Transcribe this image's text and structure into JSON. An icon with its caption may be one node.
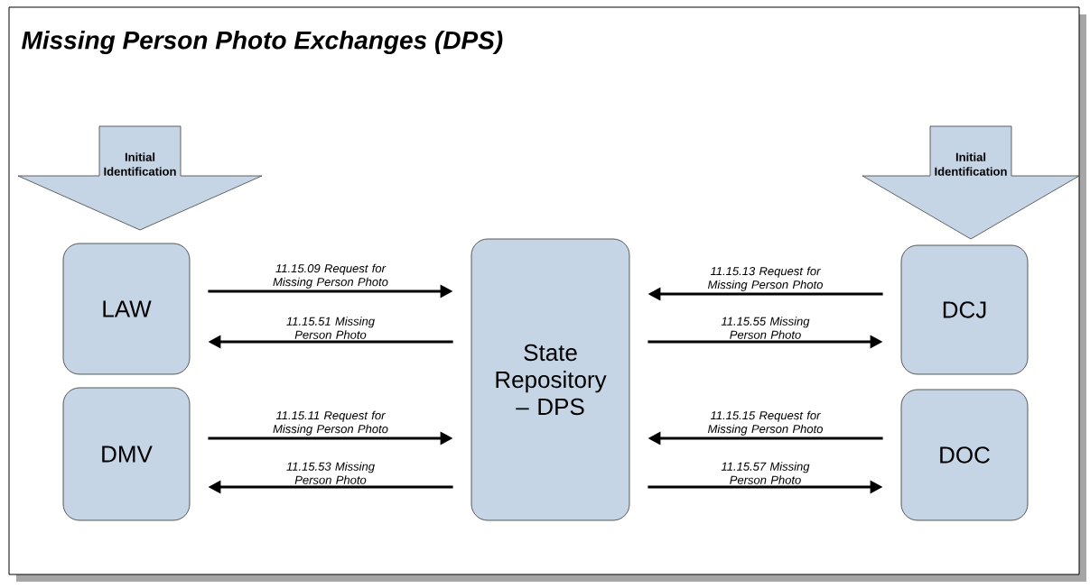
{
  "diagram": {
    "title": "Missing Person Photo Exchanges (DPS)",
    "nodes": [
      {
        "text": [
          "Initial Identification"
        ]
      },
      {
        "text": [
          "Initial Identification"
        ]
      },
      {
        "text": [
          "LAW"
        ]
      },
      {
        "text": [
          "State Repository – DPS"
        ]
      },
      {
        "text": [
          "DCJ"
        ]
      },
      {
        "text": [
          "DMV"
        ]
      },
      {
        "text": [
          "DOC"
        ]
      }
    ],
    "edges": [
      {
        "from": 2,
        "to": 3,
        "arrow": "to",
        "label": "11.15.09 Request for Missing Person Photo"
      },
      {
        "from": 3,
        "to": 2,
        "arrow": "to",
        "label": "11.15.51 Missing Person Photo"
      },
      {
        "from": 4,
        "to": 3,
        "arrow": "to",
        "label": "11.15.13 Request for Missing Person Photo"
      },
      {
        "from": 3,
        "to": 4,
        "arrow": "to",
        "label": "11.15.55 Missing Person Photo"
      },
      {
        "from": 5,
        "to": 3,
        "arrow": "to",
        "label": "11.15.11 Request for Missing Person Photo"
      },
      {
        "from": 3,
        "to": 5,
        "arrow": "to",
        "label": "11.15.53 Missing Person Photo"
      },
      {
        "from": 6,
        "to": 3,
        "arrow": "to",
        "label": "11.15.15 Request for Missing Person Photo"
      },
      {
        "from": 3,
        "to": 6,
        "arrow": "to",
        "label": "11.15.57 Missing Person Photo"
      }
    ]
  }
}
